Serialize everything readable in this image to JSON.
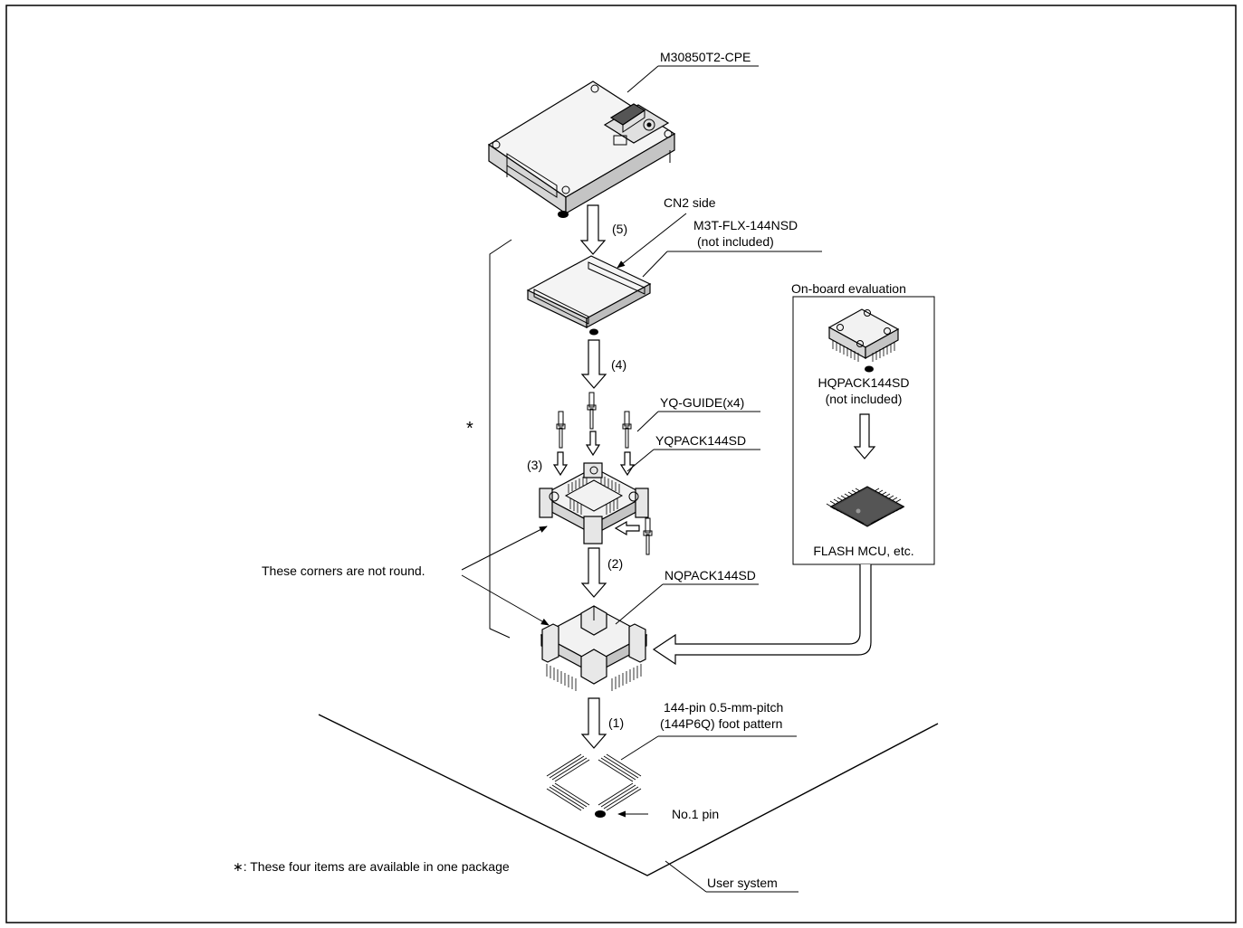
{
  "labels": {
    "adapter": "M30850T2-CPE",
    "cn2_side": "CN2 side",
    "flex_line1": "M3T-FLX-144NSD",
    "flex_line2": "(not included)",
    "guide": "YQ-GUIDE(x4)",
    "yqpack": "YQPACK144SD",
    "nqpack": "NQPACK144SD",
    "corners_note": "These corners are not round.",
    "footpattern_line1": "144-pin 0.5-mm-pitch",
    "footpattern_line2": "(144P6Q) foot pattern",
    "pin1": "No.1 pin",
    "user_system": "User system",
    "footnote": "∗: These four items are available in one package",
    "asterisk": "*"
  },
  "steps": [
    "(5)",
    "(4)",
    "(3)",
    "(2)",
    "(1)"
  ],
  "onboard": {
    "title": "On-board evaluation",
    "hqpack_line1": "HQPACK144SD",
    "hqpack_line2": "(not included)",
    "flash": "FLASH MCU, etc."
  },
  "colors": {
    "line": "#000000",
    "background": "#ffffff",
    "part_fill": "#f2f2f2"
  }
}
